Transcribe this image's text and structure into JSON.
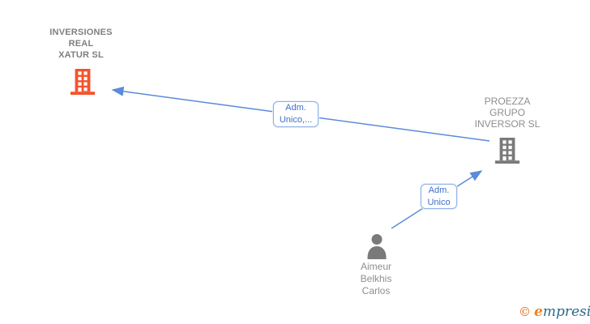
{
  "colors": {
    "canvas-bg": "#ffffff",
    "edge-blue": "#5b8bdb",
    "edge-label-border": "#8fb2e8",
    "edge-label-text": "#3e6fc8",
    "company-orange": "#f4532c",
    "icon-gray": "#7a7a7a",
    "node-title-gray": "#7f7f7f",
    "node-text-gray": "#8e8e8e",
    "logo-copyright-orange": "#e8650d",
    "logo-e-orange": "#f08218",
    "logo-teal": "#2a6a86"
  },
  "nodes": [
    {
      "id": "inversiones-real-xatur-sl",
      "type": "company",
      "icon": "building-icon",
      "label": "INVERSIONES\nREAL\nXATUR SL"
    },
    {
      "id": "proezza-grupo-inversor-sl",
      "type": "company",
      "icon": "building-icon",
      "label": "PROEZZA\nGRUPO\nINVERSOR SL"
    },
    {
      "id": "aimeur-belkhis-carlos",
      "type": "person",
      "icon": "person-icon",
      "label": "Aimeur\nBelkhis\nCarlos"
    }
  ],
  "edges": [
    {
      "from": "proezza-grupo-inversor-sl",
      "to": "inversiones-real-xatur-sl",
      "label": "Adm.\nUnico,..."
    },
    {
      "from": "aimeur-belkhis-carlos",
      "to": "proezza-grupo-inversor-sl",
      "label": "Adm.\nUnico"
    }
  ],
  "footer": {
    "copyright_symbol": "©",
    "brand_initial": "e",
    "brand_rest": "mpresia"
  }
}
